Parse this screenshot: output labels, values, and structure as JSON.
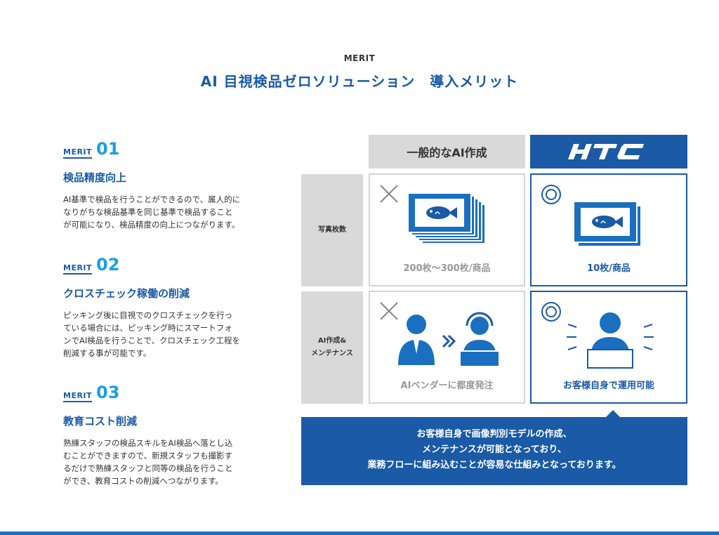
{
  "header": {
    "eyebrow": "MERIT",
    "title": "AI 目視検品ゼロソリューション　導入メリット"
  },
  "merits": [
    {
      "tag": "MERIT",
      "number": "01",
      "title": "検品精度向上",
      "lines": [
        "AI基準で検品を行うことができるので、属人的に",
        "なりがちな検品基準を同じ基準で検品すること",
        "が可能になり、検品精度の向上につながります。"
      ]
    },
    {
      "tag": "MERIT",
      "number": "02",
      "title": "クロスチェック稼働の削減",
      "lines": [
        "ピッキング後に目視でのクロスチェックを行っ",
        "ている場合には、ピッキング時にスマートフォ",
        "ンでAI検品を行うことで、クロスチェック工程を",
        "削減する事が可能です。"
      ]
    },
    {
      "tag": "MERIT",
      "number": "03",
      "title": "教育コスト削減",
      "lines": [
        "熟練スタッフの検品スキルをAI検品へ落とし込",
        "むことができますので、新規スタッフも撮影す",
        "るだけで熟練スタッフと同等の検品を行うこと",
        "ができ、教育コストの削減へつながります。"
      ]
    }
  ],
  "comparison": {
    "generic_header": "一般的なAI作成",
    "htc_logo_text": "HTC",
    "rows": [
      {
        "label": "写真枚数",
        "generic_caption": "200枚〜300枚/商品",
        "htc_caption": "10枚/商品"
      },
      {
        "label": "AI作成&\nメンテナンス",
        "generic_caption": "AIベンダーに都度発注",
        "htc_caption": "お客様自身で運用可能"
      }
    ]
  },
  "callout": {
    "lines": [
      "お客様自身で画像判別モデルの作成、",
      "メンテナンスが可能となっており、",
      "業務フローに組み込むことが容易な仕組みとなっております。"
    ]
  },
  "colors": {
    "brand_blue": "#1a5aa6",
    "accent_cyan": "#1aa0e0",
    "neutral_gray": "#d9d9d9"
  }
}
